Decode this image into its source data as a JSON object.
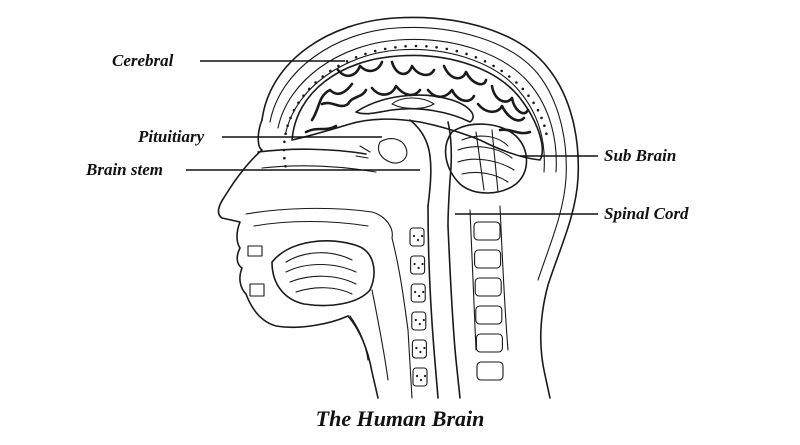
{
  "diagram": {
    "title": "The Human Brain",
    "labels": {
      "cerebral": "Cerebral",
      "pituitary": "Pituitiary",
      "brain_stem": "Brain stem",
      "sub_brain": "Sub Brain",
      "spinal_cord": "Spinal Cord"
    }
  },
  "colors": {
    "ink": "#1a1a1a",
    "background": "#ffffff"
  }
}
